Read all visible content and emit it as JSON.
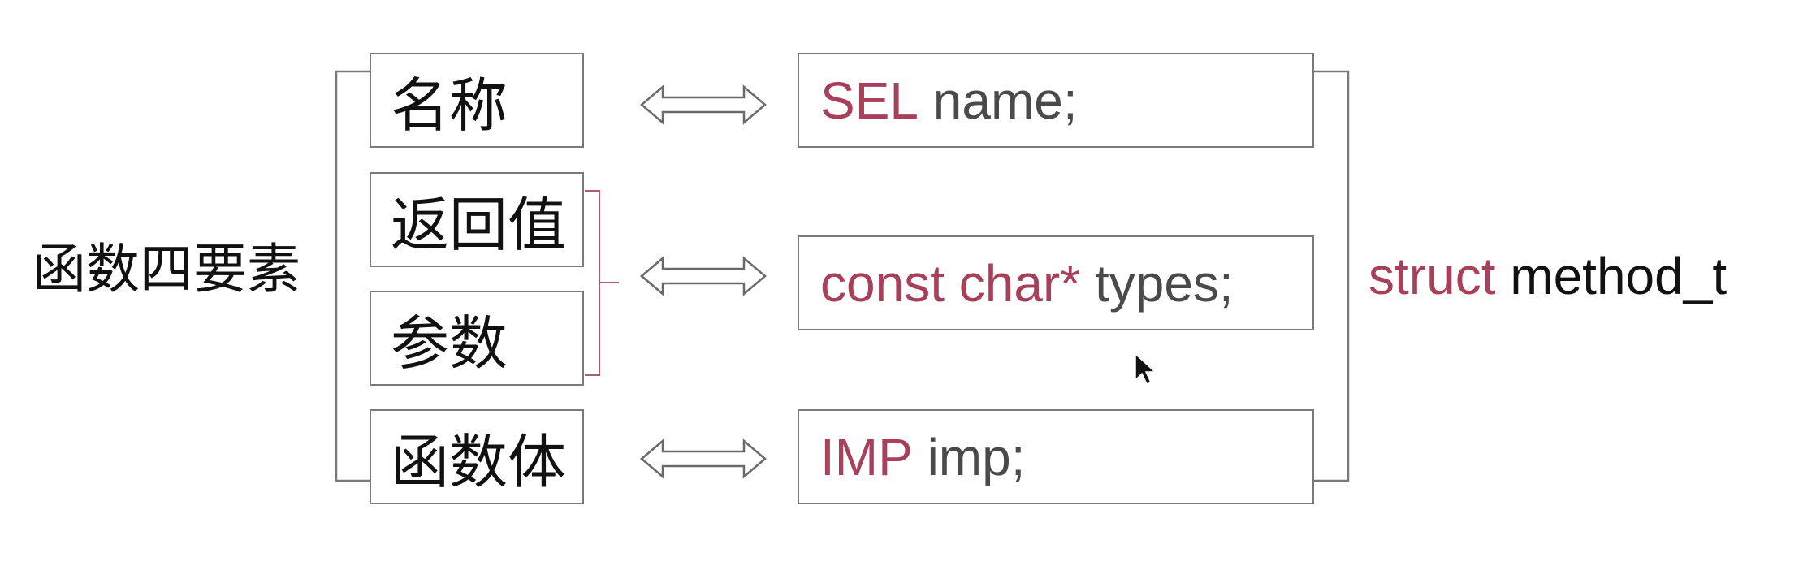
{
  "diagram": {
    "main_label": "函数四要素",
    "elements": {
      "name": "名称",
      "return_value": "返回值",
      "params": "参数",
      "body": "函数体"
    },
    "code": {
      "sel_keyword": "SEL",
      "sel_ident": " name;",
      "types_keyword": "const char*",
      "types_ident": " types;",
      "imp_keyword": "IMP",
      "imp_ident": " imp;"
    },
    "struct": {
      "keyword": "struct",
      "name": " method_t"
    },
    "colors": {
      "keyword": "#a8405a",
      "identifier": "#4a4a4a",
      "box_border": "#7a7a7a",
      "bracket_accent": "#b0577a"
    }
  }
}
